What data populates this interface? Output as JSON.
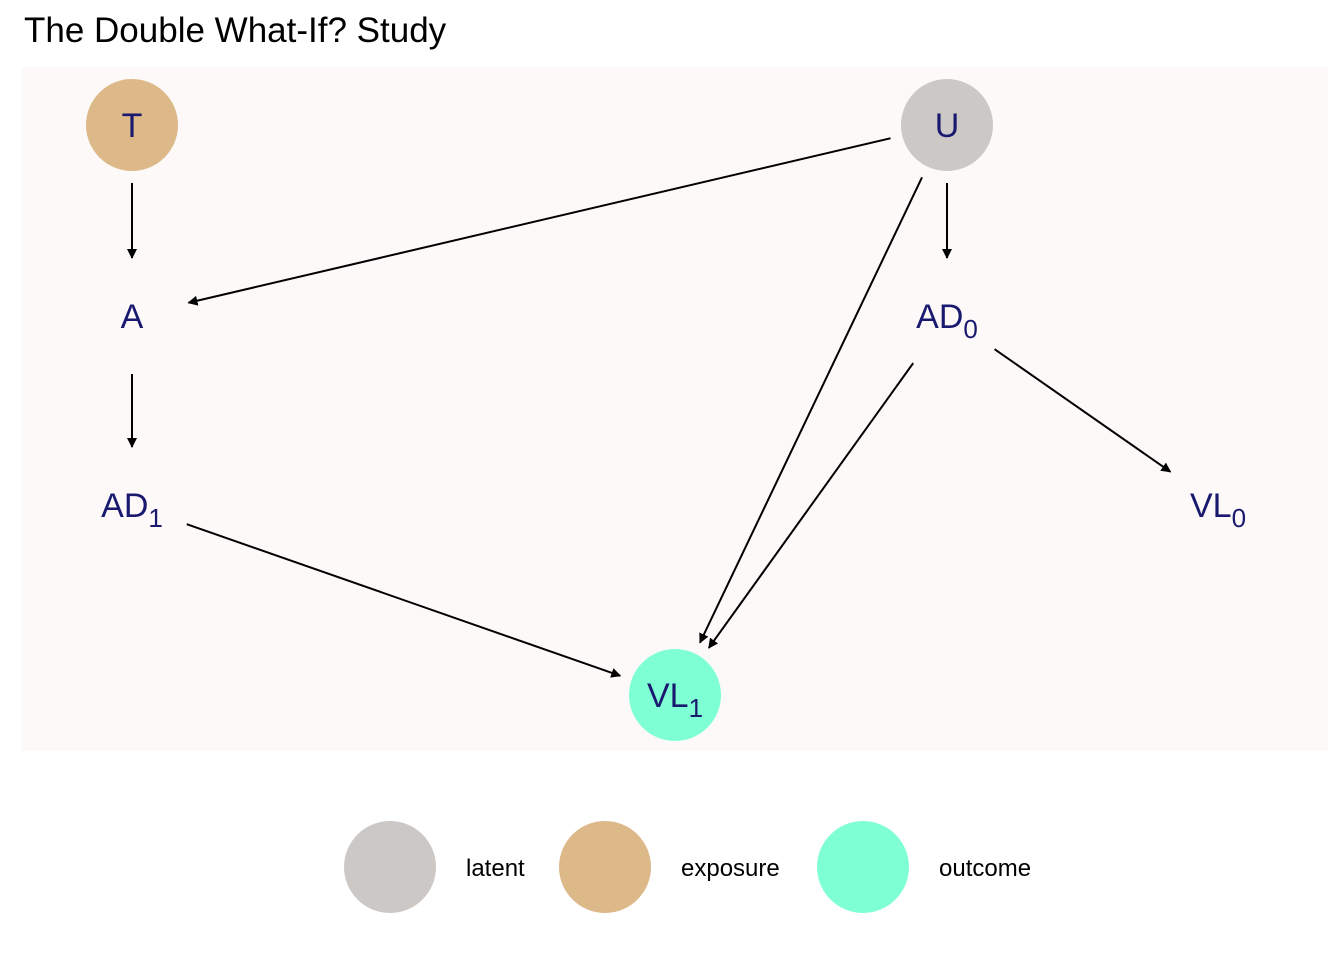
{
  "title": "The Double What-If? Study",
  "colors": {
    "latent": "#ccc8c6",
    "exposure": "#ddb889",
    "outcome": "#7fffd4",
    "node_text": "#191970",
    "edge": "#000000",
    "panel_bg": "#fcf9f8"
  },
  "nodes": [
    {
      "id": "T",
      "label": "T",
      "sub": "",
      "status": "exposure"
    },
    {
      "id": "U",
      "label": "U",
      "sub": "",
      "status": "latent"
    },
    {
      "id": "A",
      "label": "A",
      "sub": "",
      "status": null
    },
    {
      "id": "AD0",
      "label": "AD",
      "sub": "0",
      "status": null
    },
    {
      "id": "AD1",
      "label": "AD",
      "sub": "1",
      "status": null
    },
    {
      "id": "VL0",
      "label": "VL",
      "sub": "0",
      "status": null
    },
    {
      "id": "VL1",
      "label": "VL",
      "sub": "1",
      "status": "outcome"
    }
  ],
  "edges": [
    {
      "from": "T",
      "to": "A"
    },
    {
      "from": "U",
      "to": "A"
    },
    {
      "from": "U",
      "to": "AD0"
    },
    {
      "from": "U",
      "to": "VL1"
    },
    {
      "from": "A",
      "to": "AD1"
    },
    {
      "from": "AD0",
      "to": "VL0"
    },
    {
      "from": "AD0",
      "to": "VL1"
    },
    {
      "from": "AD1",
      "to": "VL1"
    }
  ],
  "legend": [
    {
      "status": "latent",
      "label": "latent"
    },
    {
      "status": "exposure",
      "label": "exposure"
    },
    {
      "status": "outcome",
      "label": "outcome"
    }
  ]
}
